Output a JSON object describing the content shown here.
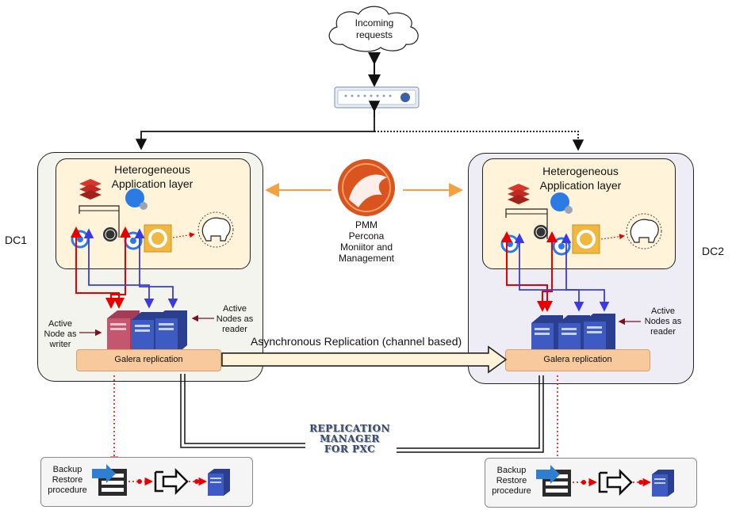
{
  "cloud": {
    "line1": "Incoming",
    "line2": "requests"
  },
  "dc1": {
    "label": "DC1",
    "app_title_line1": "Heterogeneous",
    "app_title_line2": "Application layer",
    "writer_label": [
      "Active",
      "Node as",
      "writer"
    ],
    "reader_label": [
      "Active",
      "Nodes as",
      "reader"
    ],
    "galera": "Galera replication"
  },
  "dc2": {
    "label": "DC2",
    "app_title_line1": "Heterogeneous",
    "app_title_line2": "Application layer",
    "reader_label": [
      "Active",
      "Nodes as",
      "reader"
    ],
    "galera": "Galera replication"
  },
  "pmm": {
    "lines": [
      "PMM",
      "Percona",
      "Moniitor and",
      "Management"
    ]
  },
  "async": "Asynchronous Replication (channel based)",
  "repl_manager": {
    "line1": "REPLICATION",
    "line2": "MANAGER",
    "line3": "FOR PXC"
  },
  "backup1": [
    "Backup",
    "Restore",
    "procedure"
  ],
  "backup2": [
    "Backup",
    "Restore",
    "procedure"
  ],
  "colors": {
    "write_arrow": "#e60000",
    "read_arrow": "#3a3ae0",
    "pmm_arrow": "#f5a142",
    "galera_fill": "#f7c99c",
    "dc1_fill": "#f4f4ee",
    "dc2_fill": "#eeedf5"
  }
}
